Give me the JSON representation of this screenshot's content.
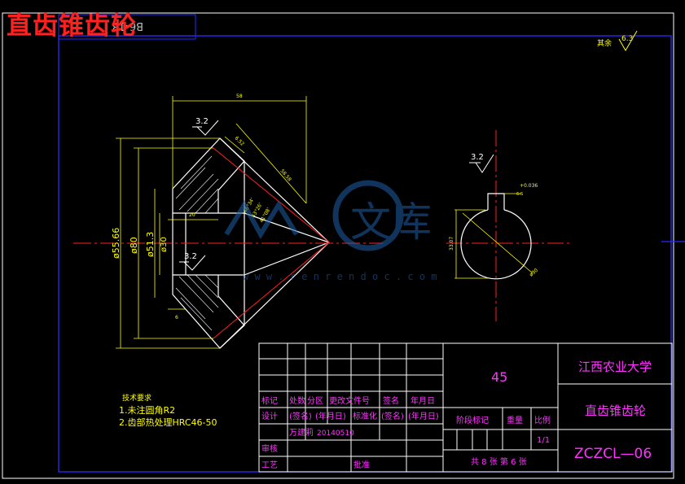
{
  "watermark_title": "直齿锥齿轮",
  "corner_label": "B6-13",
  "roughness_other": {
    "prefix": "其余",
    "value": "6.3"
  },
  "dimensions": {
    "top_width": "58",
    "d1": "ø55.66",
    "d2": "ø80",
    "d3": "ø51.3",
    "d4": "ø30",
    "bore_len": "20",
    "small_step": "6",
    "chamfer": "6.52",
    "cone_len": "58.58",
    "rough_left_top": "3.2",
    "rough_left_bottom": "3.2",
    "rough_right": "3.2",
    "keyway_depth": "33.07",
    "keyway_tol1": "+0.036",
    "keyway_tol2": "6-S",
    "circle_dia": "ø30",
    "angle_notes": [
      "46°34'",
      "43°26'",
      "41°08'"
    ]
  },
  "tech_requirements": {
    "heading": "技术要求",
    "line1": "1.未注圆角R2",
    "line2": "2.齿部热处理HRC46-50"
  },
  "title_block": {
    "material": "45",
    "school": "江西农业大学",
    "part_name": "直齿锥齿轮",
    "drawing_no": "ZCZCL—06",
    "header_row": [
      "标记",
      "处数",
      "分区",
      "更改文件号",
      "签名",
      "年月日"
    ],
    "design_row": [
      "设计",
      "(签名)",
      "(年月日)",
      "标准化",
      "(签名)",
      "(年月日)"
    ],
    "designer": "万建莉",
    "date": "20140510",
    "review": "审核",
    "process": "工艺",
    "approve": "批准",
    "stage_label": "阶段标记",
    "weight_label": "重量",
    "scale_label": "比例",
    "scale_value": "1/1",
    "sheets": "共 8 张 第 6 张"
  },
  "watermark": {
    "text": "文库",
    "url": "w w w . r e n r e n d o c . c o m"
  },
  "colors": {
    "frame": "#2b2bff",
    "geometry": "#ffffff",
    "dimension": "#ffff00",
    "center": "#ff2020",
    "title_text": "#ff33ff",
    "table_line": "#ffffff"
  }
}
